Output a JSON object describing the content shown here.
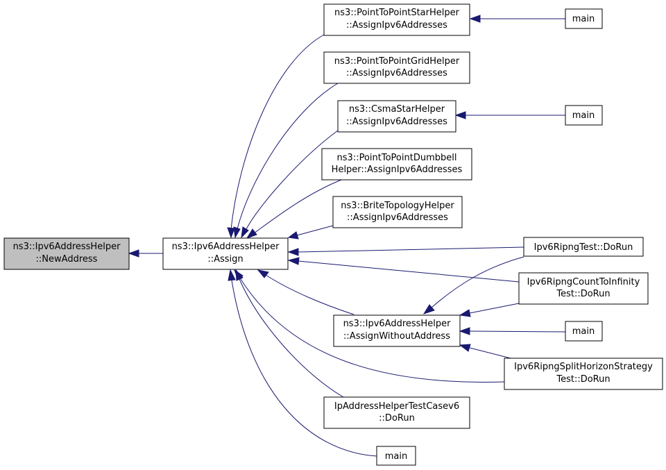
{
  "diagram": {
    "colors": {
      "edge": "#191970",
      "node_fill": "#ffffff",
      "root_fill": "#bfbfbf",
      "border": "#000000"
    },
    "nodes": {
      "newaddress": [
        "ns3::Ipv6AddressHelper",
        "::NewAddress"
      ],
      "assign": [
        "ns3::Ipv6AddressHelper",
        "::Assign"
      ],
      "p2p_star": [
        "ns3::PointToPointStarHelper",
        "::AssignIpv6Addresses"
      ],
      "p2p_grid": [
        "ns3::PointToPointGridHelper",
        "::AssignIpv6Addresses"
      ],
      "csma_star": [
        "ns3::CsmaStarHelper",
        "::AssignIpv6Addresses"
      ],
      "p2p_dumbbell": [
        "ns3::PointToPointDumbbell",
        "Helper::AssignIpv6Addresses"
      ],
      "brite": [
        "ns3::BriteTopologyHelper",
        "::AssignIpv6Addresses"
      ],
      "assign_without": [
        "ns3::Ipv6AddressHelper",
        "::AssignWithoutAddress"
      ],
      "ipaddr_test": [
        "IpAddressHelperTestCasev6",
        "::DoRun"
      ],
      "main_bottom": [
        "main"
      ],
      "main_1": [
        "main"
      ],
      "main_2": [
        "main"
      ],
      "main_3": [
        "main"
      ],
      "ripng_test": [
        "Ipv6RipngTest::DoRun"
      ],
      "ripng_count": [
        "Ipv6RipngCountToInfinity",
        "Test::DoRun"
      ],
      "ripng_split": [
        "Ipv6RipngSplitHorizonStrategy",
        "Test::DoRun"
      ]
    }
  }
}
